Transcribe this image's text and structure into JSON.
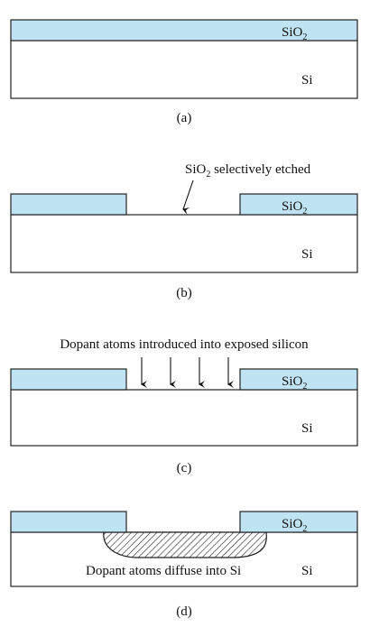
{
  "colors": {
    "oxide": "#bfe3f3",
    "silicon": "#ffffff",
    "outline": "#222222",
    "diffusion_fill": "#ffffff"
  },
  "labels": {
    "oxide": "SiO",
    "oxide_subscript": "2",
    "silicon": "Si"
  },
  "panels": {
    "a": {
      "caption": "(a)"
    },
    "b": {
      "caption": "(b)",
      "annotation_prefix": "SiO",
      "annotation_subscript": "2",
      "annotation_suffix": " selectively etched"
    },
    "c": {
      "caption": "(c)",
      "annotation": "Dopant atoms introduced into exposed silicon"
    },
    "d": {
      "caption": "(d)",
      "annotation": "Dopant atoms diffuse into Si"
    }
  }
}
